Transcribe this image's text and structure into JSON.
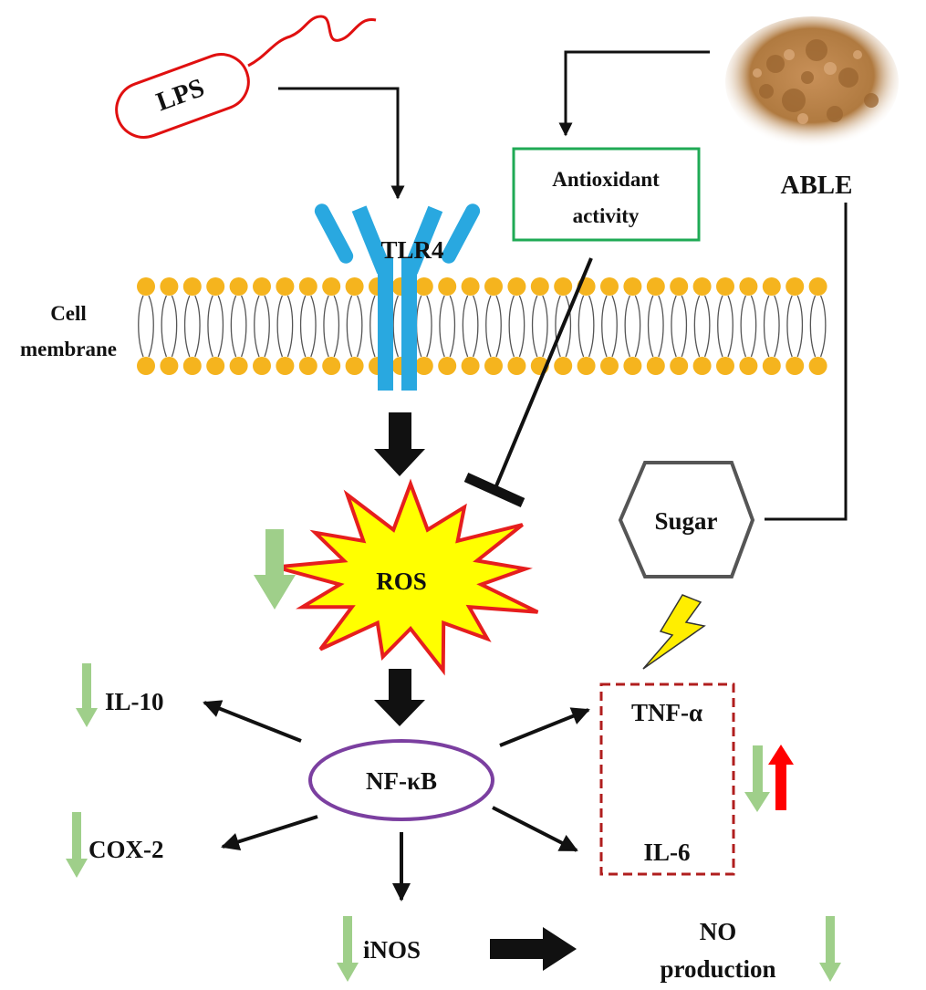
{
  "labels": {
    "lps": "LPS",
    "tlr4": "TLR4",
    "cell_membrane_line1": "Cell",
    "cell_membrane_line2": "membrane",
    "antioxidant_line1": "Antioxidant",
    "antioxidant_line2": "activity",
    "able": "ABLE",
    "sugar": "Sugar",
    "ros": "ROS",
    "nfkb": "NF-κB",
    "il10": "IL-10",
    "cox2": "COX-2",
    "inos": "iNOS",
    "tnf": "TNF-α",
    "il6": "IL-6",
    "no_line1": "NO",
    "no_line2": "production"
  },
  "colors": {
    "lps_outline": "#e01010",
    "tlr4": "#29a8e0",
    "lipid_head": "#f5b41e",
    "antioxidant_border": "#1faa55",
    "ros_fill": "#ffff00",
    "ros_outline": "#e61e1e",
    "nfkb_outline": "#7b3fa0",
    "sugar_outline": "#555555",
    "lightning_fill": "#ffee00",
    "cytokine_box": "#b01e1e",
    "decrease_arrow": "#9fcf8a",
    "increase_arrow": "#ff0000",
    "able_powder": "#b07a40"
  }
}
